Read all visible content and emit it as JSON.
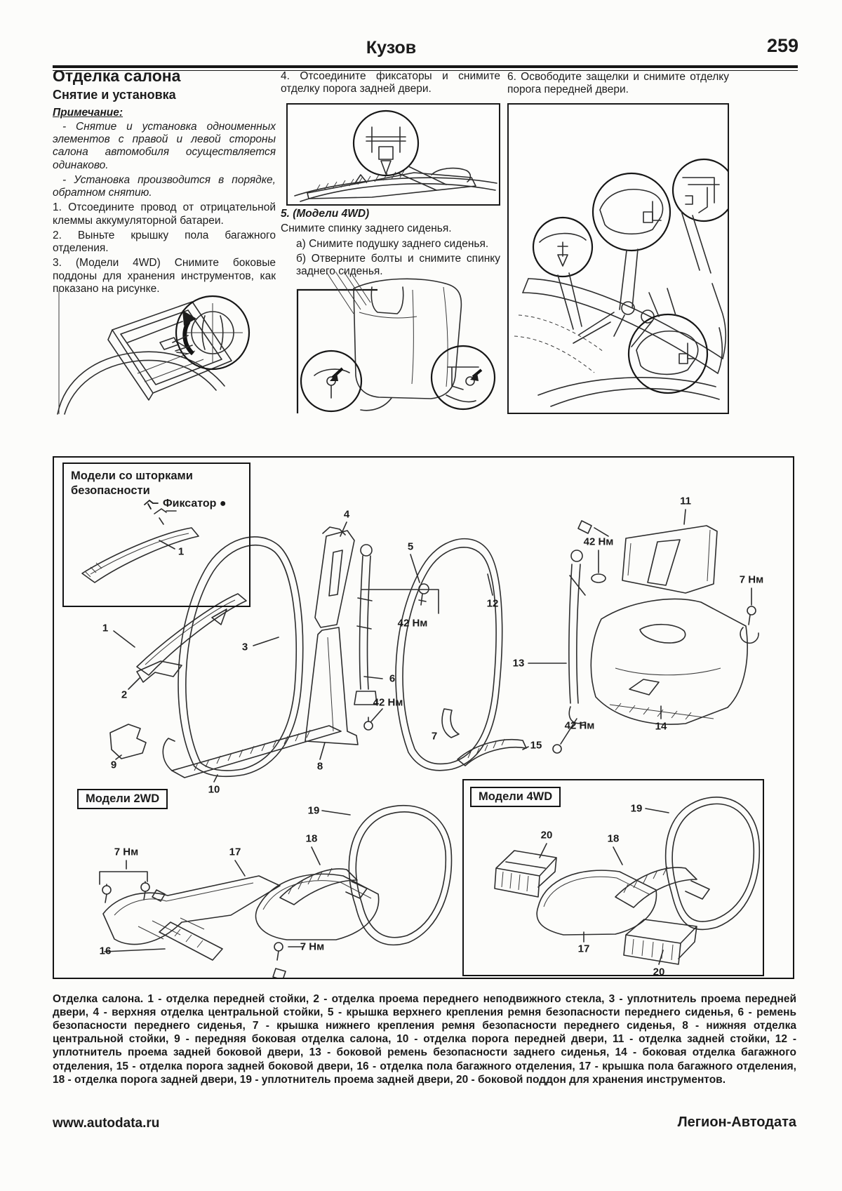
{
  "header": {
    "title": "Кузов",
    "page_number": "259"
  },
  "left_column": {
    "title": "Отделка салона",
    "subtitle": "Снятие и установка",
    "note_label": "Примечание:",
    "notes": [
      "- Снятие и установка одноименных элементов с правой и левой стороны салона автомобиля осуществляется одинаково.",
      "- Установка производится в порядке, обратном снятию."
    ],
    "steps": [
      "1. Отсоедините провод от отрицательной клеммы аккумуляторной батареи.",
      "2. Выньте крышку пола багажного отделения.",
      "3. (Модели 4WD) Снимите боковые поддоны для хранения инструментов, как показано на рисунке."
    ]
  },
  "middle_column": {
    "step4": "4. Отсоедините фиксаторы и снимите отделку порога задней двери.",
    "step5_heading": "5. (Модели 4WD)",
    "step5_text": "Снимите спинку заднего сиденья.",
    "step5_items": [
      "а) Снимите подушку заднего сиденья.",
      "б) Отверните болты и снимите спинку заднего сиденья."
    ]
  },
  "right_column": {
    "step6": "6. Освободите защелки и снимите отделку порога передней двери."
  },
  "main_diagram": {
    "curtain_box_title": "Модели со шторками безопасности",
    "fixator_label": "Фиксатор ●",
    "model_2wd_label": "Модели 2WD",
    "model_4wd_label": "Модели 4WD",
    "part_labels": [
      "1",
      "1",
      "2",
      "3",
      "4",
      "5",
      "42 Нм",
      "6",
      "42 Нм",
      "7",
      "8",
      "9",
      "10",
      "12",
      "13",
      "11",
      "42 Нм",
      "7 Нм",
      "42 Нм",
      "14",
      "15",
      "7 Нм",
      "17",
      "18",
      "19",
      "16",
      "7 Нм",
      "19",
      "20",
      "18",
      "17",
      "20"
    ]
  },
  "caption": "Отделка салона. 1 - отделка передней стойки, 2 - отделка проема переднего неподвижного стекла, 3 - уплотнитель проема передней двери, 4 - верхняя отделка центральной стойки, 5 - крышка верхнего крепления ремня безопасности переднего сиденья, 6 - ремень безопасности переднего сиденья, 7 - крышка нижнего крепления ремня безопасности переднего сиденья, 8 - нижняя отделка центральной стойки, 9 - передняя боковая отделка салона, 10 - отделка порога передней двери, 11 - отделка задней стойки, 12 - уплотнитель проема задней боковой двери, 13 - боковой ремень безопасности заднего сиденья, 14 - боковая отделка багажного отделения, 15 - отделка порога задней боковой двери, 16 - отделка пола багажного отделения, 17 - крышка пола багажного отделения, 18 - отделка порога задней двери, 19 - уплотнитель проема задней двери, 20 - боковой поддон для хранения инструментов.",
  "footer": {
    "site": "www.autodata.ru",
    "publisher": "Легион-Автодата"
  }
}
